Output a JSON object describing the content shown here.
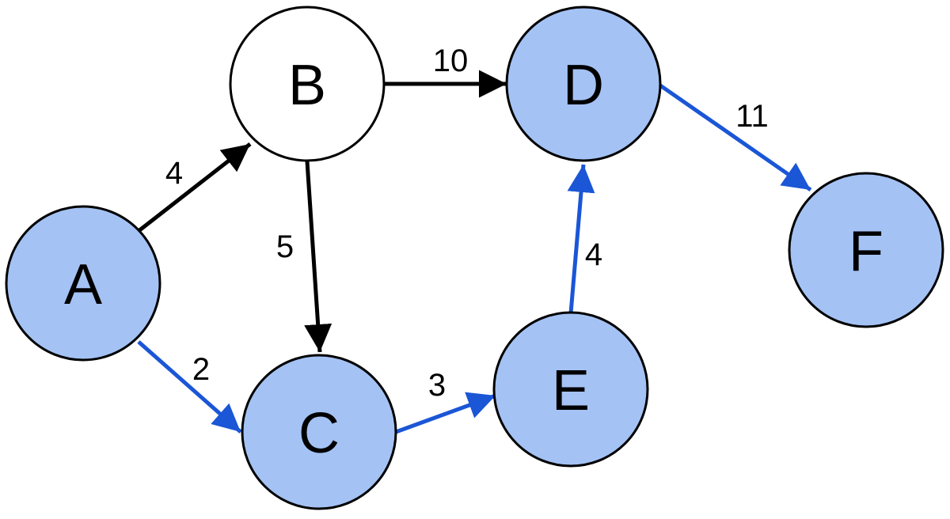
{
  "colors": {
    "path": "#1a56d6",
    "default_edge": "#000000",
    "highlight_fill": "#a4c2f4",
    "plain_fill": "#ffffff",
    "node_stroke": "#000000"
  },
  "nodes": [
    {
      "id": "A",
      "label": "A",
      "highlighted": true
    },
    {
      "id": "B",
      "label": "B",
      "highlighted": false
    },
    {
      "id": "C",
      "label": "C",
      "highlighted": true
    },
    {
      "id": "D",
      "label": "D",
      "highlighted": true
    },
    {
      "id": "E",
      "label": "E",
      "highlighted": true
    },
    {
      "id": "F",
      "label": "F",
      "highlighted": true
    }
  ],
  "edges": [
    {
      "from": "A",
      "to": "B",
      "weight": "4",
      "on_path": false
    },
    {
      "from": "A",
      "to": "C",
      "weight": "2",
      "on_path": true
    },
    {
      "from": "B",
      "to": "C",
      "weight": "5",
      "on_path": false
    },
    {
      "from": "B",
      "to": "D",
      "weight": "10",
      "on_path": false
    },
    {
      "from": "C",
      "to": "E",
      "weight": "3",
      "on_path": true
    },
    {
      "from": "E",
      "to": "D",
      "weight": "4",
      "on_path": true
    },
    {
      "from": "D",
      "to": "F",
      "weight": "11",
      "on_path": true
    }
  ]
}
